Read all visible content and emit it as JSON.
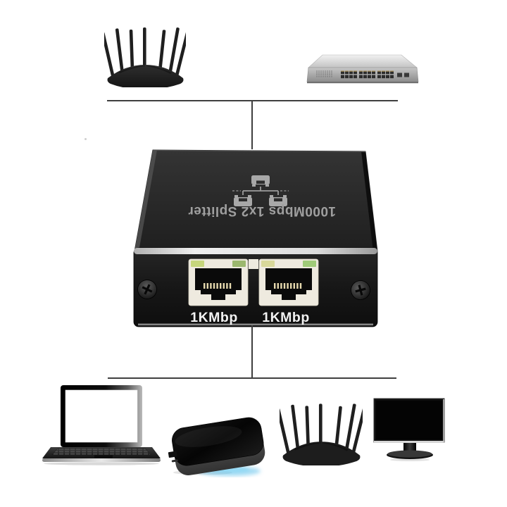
{
  "background": "#ffffff",
  "line_color": "#3f3f3f",
  "splitter": {
    "top_label": "1000Mbps 1x2 Splitter",
    "port_labels": [
      "1KMbp",
      "1KMbp"
    ],
    "colors": {
      "body": "#1e1e1e",
      "front_rim": "#d9d9d9",
      "port_bezel": "#eeeadf",
      "led_green": "#c6d67c",
      "led_pale": "#9cb86e",
      "top_print": "#9f9f9f",
      "label_text": "#f2f2f2"
    }
  },
  "top_devices": [
    {
      "icon": "wifi-router-icon"
    },
    {
      "icon": "network-switch-icon"
    }
  ],
  "bottom_devices": [
    {
      "icon": "laptop-icon"
    },
    {
      "icon": "tv-box-icon"
    },
    {
      "icon": "wifi-router-icon"
    },
    {
      "icon": "monitor-icon"
    }
  ]
}
